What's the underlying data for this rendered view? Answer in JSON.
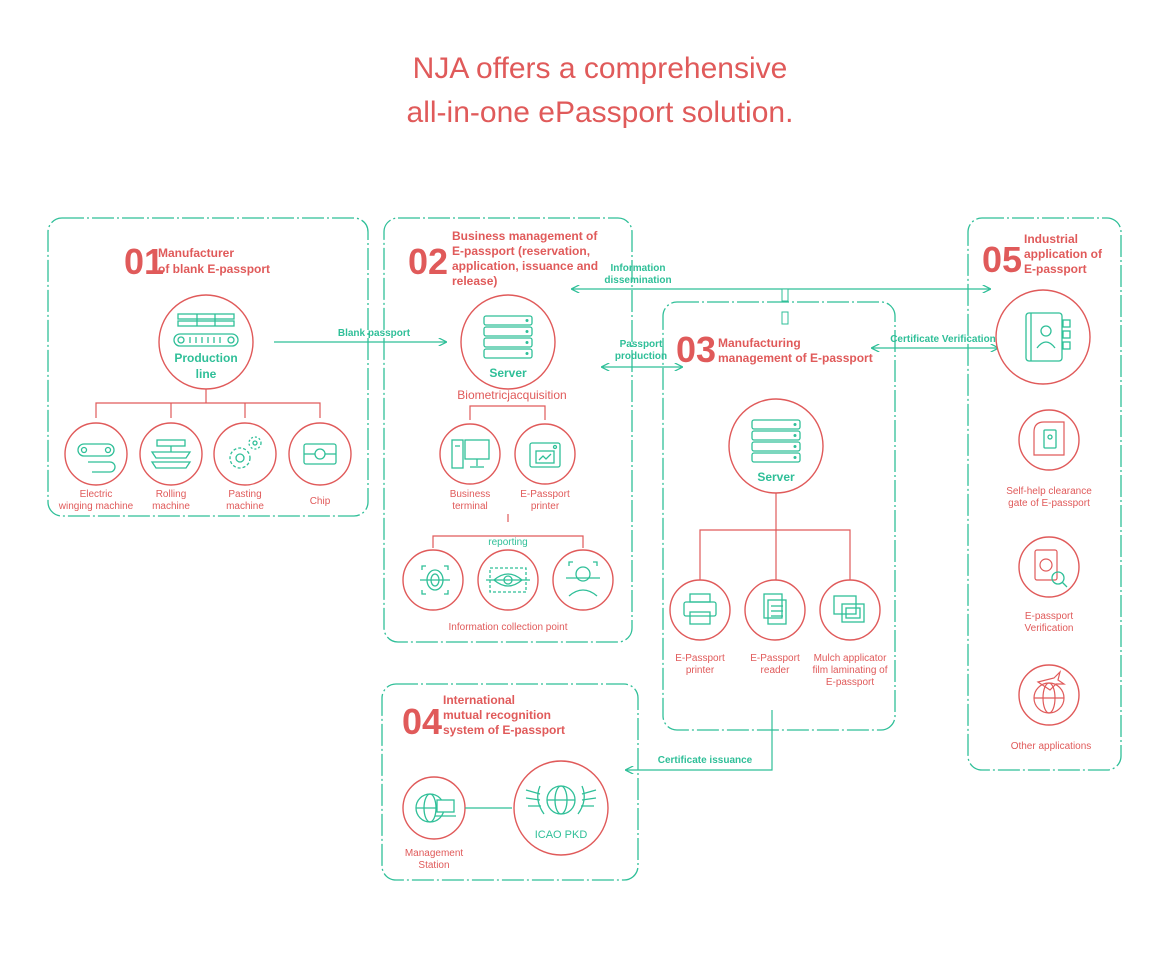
{
  "title": {
    "line1": "NJA offers a comprehensive",
    "line2": "all-in-one ePassport solution."
  },
  "colors": {
    "accent": "#e05a5a",
    "secondary": "#2fbf98"
  },
  "sections": {
    "s01": {
      "num": "01",
      "heading": [
        "Manufacturer",
        "of blank E-passport"
      ],
      "hub": [
        "Production",
        "line"
      ],
      "items": [
        {
          "label": [
            "Electric",
            "winging machine"
          ],
          "icon": "conveyor-icon"
        },
        {
          "label": [
            "Rolling",
            "machine"
          ],
          "icon": "roller-icon"
        },
        {
          "label": [
            "Pasting",
            "machine"
          ],
          "icon": "gears-icon"
        },
        {
          "label": [
            "Chip"
          ],
          "icon": "chip-icon"
        }
      ]
    },
    "s02": {
      "num": "02",
      "heading": [
        "Business management of",
        "E-passport (reservation,",
        "application, issuance and",
        "release)"
      ],
      "hub": "Server",
      "sublabel": "Biometricjacquisition",
      "items": [
        {
          "label": [
            "Business",
            "terminal"
          ],
          "icon": "computer-icon"
        },
        {
          "label": [
            "E-Passport",
            "printer"
          ],
          "icon": "printer-icon"
        }
      ],
      "reporting": "reporting",
      "collection_icons": [
        "fingerprint-icon",
        "iris-scan-icon",
        "face-scan-icon"
      ],
      "collection_label": "Information  collection point"
    },
    "s03": {
      "num": "03",
      "heading": [
        "Manufacturing",
        "management of E-passport"
      ],
      "hub": "Server",
      "items": [
        {
          "label": [
            "E-Passport",
            "printer"
          ],
          "icon": "printer-icon"
        },
        {
          "label": [
            "E-Passport",
            "reader"
          ],
          "icon": "reader-icon"
        },
        {
          "label": [
            "Mulch applicator",
            "film laminating of",
            "E-passport"
          ],
          "icon": "laminator-icon"
        }
      ]
    },
    "s04": {
      "num": "04",
      "heading": [
        "International",
        "mutual recognition",
        "system of E-passport"
      ],
      "station": [
        "Management",
        "Station"
      ],
      "pkd": "ICAO PKD"
    },
    "s05": {
      "num": "05",
      "heading": [
        "Industrial",
        "application of",
        "E-passport"
      ],
      "items": [
        {
          "label": [
            "Self-help clearance",
            "gate of E-passport"
          ],
          "icon": "gate-icon"
        },
        {
          "label": [
            "E-passport",
            "Verification"
          ],
          "icon": "verification-icon"
        },
        {
          "label": [
            "Other applications"
          ],
          "icon": "globe-plane-icon"
        }
      ]
    }
  },
  "connectors": {
    "blank_passport": "Blank passport",
    "info_dissemination": [
      "Information",
      "dissemination"
    ],
    "passport_production": [
      "Passport",
      "production"
    ],
    "cert_verification": "Certificate Verification",
    "cert_issuance": "Certificate issuance"
  }
}
